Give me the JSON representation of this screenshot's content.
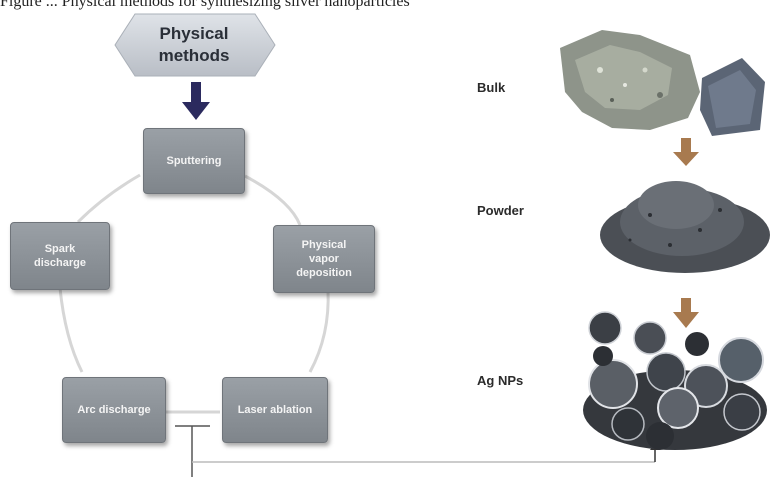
{
  "header": {
    "clipped_caption": "Figure ... Physical methods for synthesizing silver nanoparticles"
  },
  "diagram": {
    "root_label": "Physical\nmethods",
    "methods": [
      {
        "id": "sputtering",
        "label": "Sputtering"
      },
      {
        "id": "physical-vapor-deposition",
        "label": "Physical\nvapor\ndeposition"
      },
      {
        "id": "laser-ablation",
        "label": "Laser ablation"
      },
      {
        "id": "arc-discharge",
        "label": "Arc discharge"
      },
      {
        "id": "spark-discharge",
        "label": "Spark\ndischarge"
      }
    ]
  },
  "stages": [
    {
      "id": "bulk",
      "label": "Bulk",
      "icon": "bulk-rock-icon"
    },
    {
      "id": "powder",
      "label": "Powder",
      "icon": "powder-pile-icon"
    },
    {
      "id": "ag-nps",
      "label": "Ag NPs",
      "icon": "nanoparticles-icon"
    }
  ],
  "colors": {
    "box_fill": "#8a9096",
    "hex_fill": "#c9ced6",
    "arrow_down": "#2b2a5e",
    "arrow_brown": "#a87a4f",
    "ring": "#d7d7d7"
  }
}
